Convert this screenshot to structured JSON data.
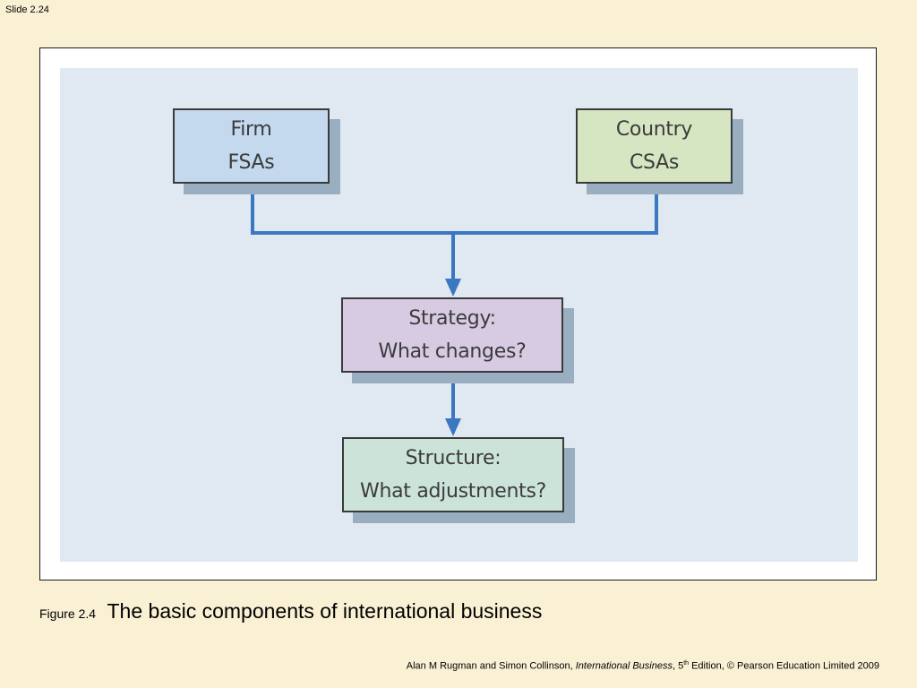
{
  "slide": {
    "number_label": "Slide 2.24"
  },
  "diagram": {
    "nodes": {
      "firm": {
        "line1": "Firm",
        "line2": "FSAs",
        "fill": "#c4d8ee"
      },
      "country": {
        "line1": "Country",
        "line2": "CSAs",
        "fill": "#d6e6c2"
      },
      "strategy": {
        "line1": "Strategy:",
        "line2": "What changes?",
        "fill": "#d6cbe3"
      },
      "structure": {
        "line1": "Structure:",
        "line2": "What adjustments?",
        "fill": "#cce3da"
      }
    },
    "edges": [
      {
        "from": "firm",
        "to": "strategy"
      },
      {
        "from": "country",
        "to": "strategy"
      },
      {
        "from": "strategy",
        "to": "structure"
      }
    ],
    "connector_color": "#3a78c2",
    "panel_color": "#e0e8f1",
    "shadow_color": "#9aaec2"
  },
  "caption": {
    "label": "Figure 2.4",
    "title": "The basic components of international business"
  },
  "footer": {
    "authors": "Alan M Rugman and Simon Collinson, ",
    "book_title": "International Business",
    "edition_number": ", 5",
    "edition_suffix": "th",
    "rest": " Edition, © Pearson Education Limited 2009"
  }
}
